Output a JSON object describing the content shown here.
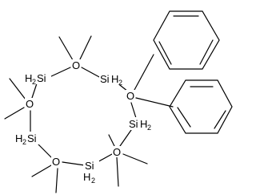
{
  "diagram": {
    "type": "chemical-structure",
    "atom_labels": {
      "si_left_top": {
        "element": "H",
        "sub": "2",
        "element2": "Si"
      },
      "o_top": {
        "element": "O"
      },
      "si_top_right": {
        "element": "Si",
        "sub": "H",
        "sub2": "2"
      },
      "o_left": {
        "element": "O"
      },
      "o_right": {
        "element": "O"
      },
      "si_left_bottom": {
        "element": "H",
        "sub": "2",
        "element2": "Si"
      },
      "si_right_bottom": {
        "element": "Si",
        "sub": "H",
        "sub2": "2"
      },
      "o_bottom_left": {
        "element": "O"
      },
      "o_bottom_right": {
        "element": "O"
      },
      "si_bottom": {
        "element": "Si",
        "sub": "H",
        "sub2": "2"
      }
    },
    "colors": {
      "line": "#000000",
      "background": "#ffffff"
    }
  }
}
